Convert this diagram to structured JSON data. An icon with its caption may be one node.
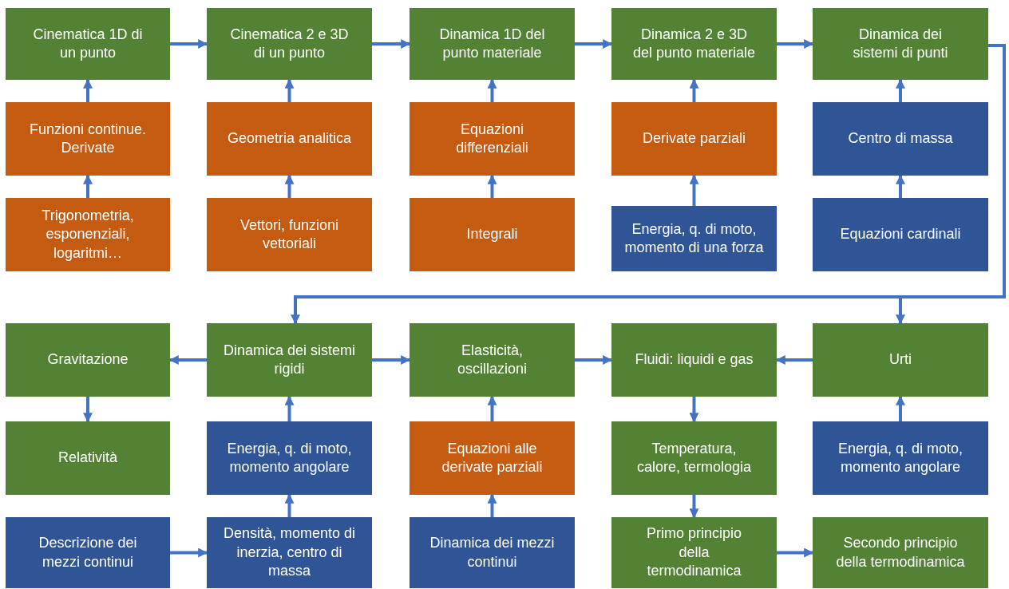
{
  "diagram": {
    "nodes": [
      {
        "text": [
          "Cinematica 1D di un punto"
        ]
      },
      {
        "text": [
          "Cinematica 2 e 3D di un punto"
        ]
      },
      {
        "text": [
          "Dinamica 1D del punto materiale"
        ]
      },
      {
        "text": [
          "Dinamica 2 e 3D del punto materiale"
        ]
      },
      {
        "text": [
          "Dinamica dei sistemi di punti"
        ]
      },
      {
        "text": [
          "Funzioni continue. Derivate"
        ]
      },
      {
        "text": [
          "Geometria analitica"
        ]
      },
      {
        "text": [
          "Equazioni differenziali"
        ]
      },
      {
        "text": [
          "Derivate parziali"
        ]
      },
      {
        "text": [
          "Centro di massa"
        ]
      },
      {
        "text": [
          "Trigonometria, esponenziali, logaritmi…"
        ]
      },
      {
        "text": [
          "Vettori, funzioni vettoriali"
        ]
      },
      {
        "text": [
          "Integrali"
        ]
      },
      {
        "text": [
          "Energia, q. di moto, momento di una forza"
        ]
      },
      {
        "text": [
          "Equazioni cardinali"
        ]
      },
      {
        "text": [
          "Gravitazione"
        ]
      },
      {
        "text": [
          "Dinamica dei sistemi rigidi"
        ]
      },
      {
        "text": [
          "Elasticità, oscillazioni"
        ]
      },
      {
        "text": [
          "Fluidi: liquidi e gas"
        ]
      },
      {
        "text": [
          "Urti"
        ]
      },
      {
        "text": [
          "Relatività"
        ]
      },
      {
        "text": [
          "Energia, q. di moto, momento angolare"
        ]
      },
      {
        "text": [
          "Equazioni alle derivate parziali"
        ]
      },
      {
        "text": [
          "Temperatura, calore, termologia"
        ]
      },
      {
        "text": [
          "Energia, q. di moto, momento angolare"
        ]
      },
      {
        "text": [
          "Descrizione dei mezzi continui"
        ]
      },
      {
        "text": [
          "Densità, momento di inerzia, centro di massa"
        ]
      },
      {
        "text": [
          "Dinamica dei mezzi continui"
        ]
      },
      {
        "text": [
          "Primo principio della termodinamica"
        ]
      },
      {
        "text": [
          "Secondo principio della termodinamica"
        ]
      }
    ],
    "edges": [
      {
        "from": 0,
        "to": 1,
        "arrow": "to"
      },
      {
        "from": 1,
        "to": 2,
        "arrow": "to"
      },
      {
        "from": 2,
        "to": 3,
        "arrow": "to"
      },
      {
        "from": 3,
        "to": 4,
        "arrow": "to"
      },
      {
        "from": 5,
        "to": 0,
        "arrow": "to"
      },
      {
        "from": 6,
        "to": 1,
        "arrow": "to"
      },
      {
        "from": 7,
        "to": 2,
        "arrow": "to"
      },
      {
        "from": 8,
        "to": 3,
        "arrow": "to"
      },
      {
        "from": 9,
        "to": 4,
        "arrow": "to"
      },
      {
        "from": 10,
        "to": 5,
        "arrow": "to"
      },
      {
        "from": 11,
        "to": 6,
        "arrow": "to"
      },
      {
        "from": 12,
        "to": 7,
        "arrow": "to"
      },
      {
        "from": 13,
        "to": 8,
        "arrow": "to"
      },
      {
        "from": 14,
        "to": 9,
        "arrow": "to"
      },
      {
        "from": 4,
        "to": 16,
        "arrow": "to"
      },
      {
        "from": 4,
        "to": 19,
        "arrow": "to"
      },
      {
        "from": 16,
        "to": 15,
        "arrow": "to"
      },
      {
        "from": 16,
        "to": 17,
        "arrow": "to"
      },
      {
        "from": 17,
        "to": 18,
        "arrow": "to"
      },
      {
        "from": 19,
        "to": 18,
        "arrow": "to"
      },
      {
        "from": 15,
        "to": 20,
        "arrow": "to"
      },
      {
        "from": 21,
        "to": 16,
        "arrow": "to"
      },
      {
        "from": 22,
        "to": 17,
        "arrow": "to"
      },
      {
        "from": 18,
        "to": 23,
        "arrow": "to"
      },
      {
        "from": 24,
        "to": 19,
        "arrow": "to"
      },
      {
        "from": 25,
        "to": 26,
        "arrow": "to"
      },
      {
        "from": 26,
        "to": 21,
        "arrow": "to"
      },
      {
        "from": 27,
        "to": 22,
        "arrow": "to"
      },
      {
        "from": 23,
        "to": 28,
        "arrow": "to"
      },
      {
        "from": 28,
        "to": 29,
        "arrow": "to"
      }
    ]
  }
}
